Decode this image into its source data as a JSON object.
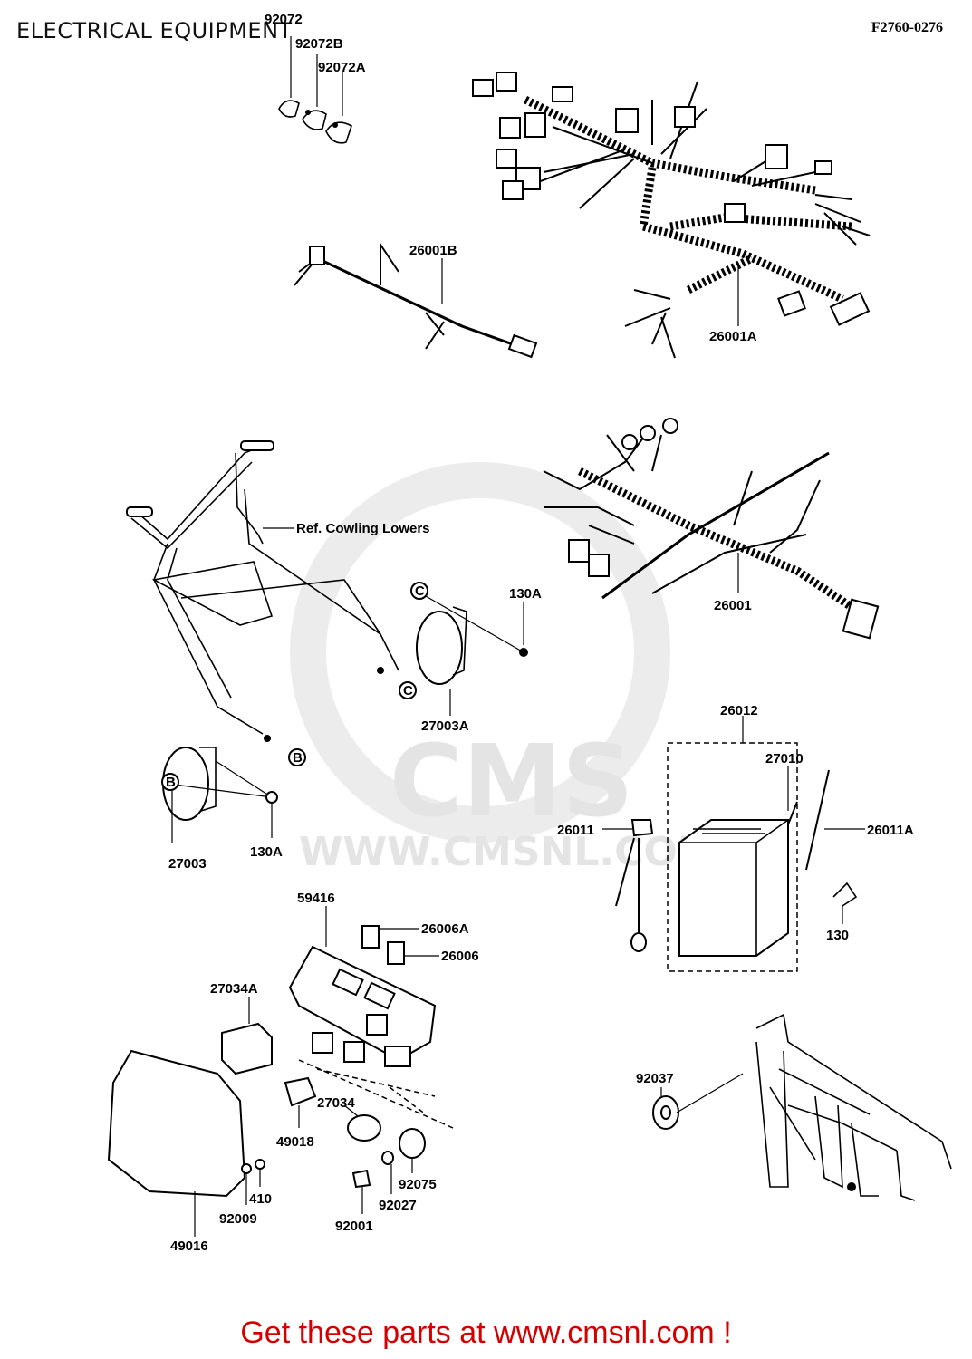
{
  "header": {
    "title": "ELECTRICAL EQUIPMENT",
    "ref_code": "F2760-0276"
  },
  "watermark": {
    "brand": "CMS",
    "url": "WWW.CMSNL.COM"
  },
  "callouts": {
    "p92072": "92072",
    "p92072B": "92072B",
    "p92072A": "92072A",
    "p26001B": "26001B",
    "p26001A": "26001A",
    "ref_cowling": "Ref. Cowling Lowers",
    "p130A_top": "130A",
    "c_top": "C",
    "c_bottom": "C",
    "p27003A": "27003A",
    "p26001": "26001",
    "p26012": "26012",
    "p27010": "27010",
    "b_top": "B",
    "b_bottom": "B",
    "p27003": "27003",
    "p130A_bottom": "130A",
    "p26011": "26011",
    "p26011A": "26011A",
    "p130": "130",
    "p59416": "59416",
    "p26006A": "26006A",
    "p26006": "26006",
    "p27034A": "27034A",
    "p92037": "92037",
    "p27034": "27034",
    "p49018": "49018",
    "p410": "410",
    "p92075": "92075",
    "p92009": "92009",
    "p92027": "92027",
    "p92001": "92001",
    "p49016": "49016"
  },
  "footer": {
    "text": "Get these parts at www.cmsnl.com !",
    "color": "#d40000"
  }
}
